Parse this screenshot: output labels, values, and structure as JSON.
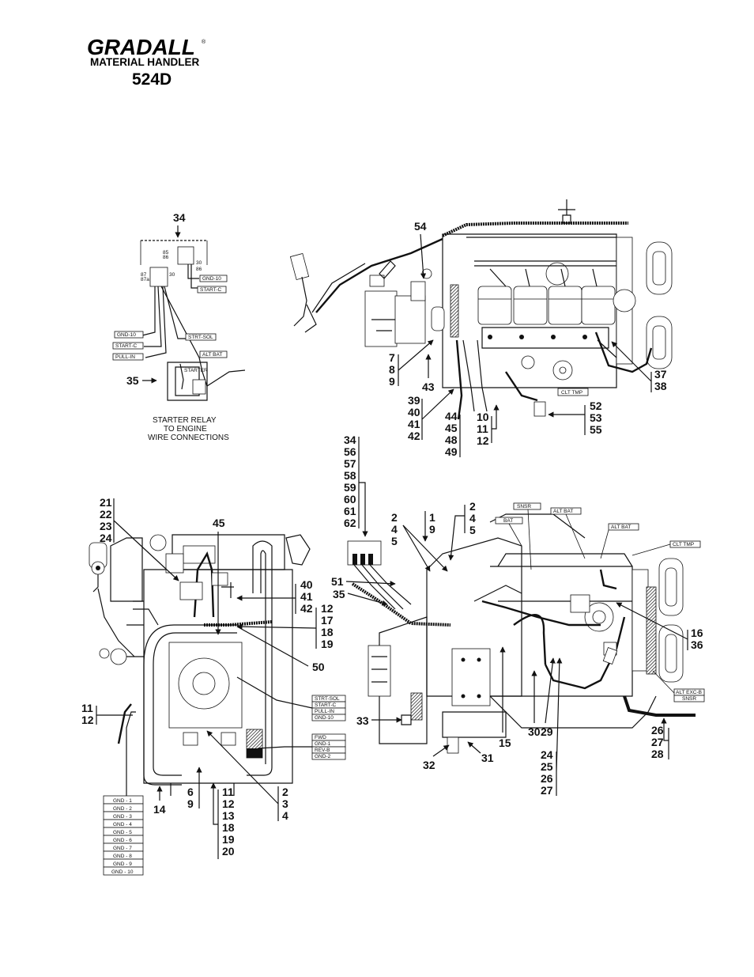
{
  "header": {
    "brand": "GRADALL",
    "registered": "®",
    "subtitle": "MATERIAL HANDLER",
    "model": "524D"
  },
  "relay_view": {
    "caption_lines": [
      "STARTER RELAY",
      "TO ENGINE",
      "WIRE CONNECTIONS"
    ],
    "tags": [
      "GND-10",
      "START-C",
      "GND-10",
      "START-C",
      "PULL-IN",
      "STRT-SOL",
      "ALT BAT",
      "STARTER"
    ],
    "pins": [
      "85",
      "86",
      "87",
      "87a",
      "30",
      "30",
      "86"
    ],
    "callouts": [
      "34",
      "35"
    ]
  },
  "top_view": {
    "tags": [
      "CLT TMP"
    ],
    "callouts": {
      "c54": "54",
      "c7": "7",
      "c8": "8",
      "c9": "9",
      "c43": "43",
      "c39": "39",
      "c40": "40",
      "c41": "41",
      "c42": "42",
      "c44": "44",
      "c45": "45",
      "c48": "48",
      "c49": "49",
      "c10": "10",
      "c11": "11",
      "c12": "12",
      "c52": "52",
      "c53": "53",
      "c55": "55",
      "c37": "37",
      "c38": "38"
    }
  },
  "left_view": {
    "terminal_block_1": [
      "STRT-SOL",
      "START-C",
      "PULL-IN",
      "GND-10"
    ],
    "terminal_block_2": [
      "FWD",
      "GND-1",
      "REV-B",
      "GND-2"
    ],
    "ground_list": [
      "GND - 1",
      "GND - 2",
      "GND - 3",
      "GND - 4",
      "GND - 5",
      "GND - 6",
      "GND - 7",
      "GND - 8",
      "GND - 9",
      "GND - 10"
    ],
    "callouts": {
      "c21": "21",
      "c22": "22",
      "c23": "23",
      "c24": "24",
      "c45": "45",
      "c40": "40",
      "c41": "41",
      "c42": "42",
      "c12a": "12",
      "c17": "17",
      "c18a": "18",
      "c19a": "19",
      "c50": "50",
      "c11a": "11",
      "c12b": "12",
      "c14": "14",
      "c6": "6",
      "c9": "9",
      "c11b": "11",
      "c12c": "12",
      "c13": "13",
      "c18b": "18",
      "c19b": "19",
      "c20": "20",
      "c2": "2",
      "c3": "3",
      "c4": "4"
    }
  },
  "right_view": {
    "tags": [
      "SNSR",
      "BAT",
      "ALT BAT",
      "ALT BAT",
      "CLT TMP",
      "ALT EXC-B",
      "SNSR"
    ],
    "callouts": {
      "c34": "34",
      "c56": "56",
      "c57": "57",
      "c58": "58",
      "c59": "59",
      "c60": "60",
      "c61": "61",
      "c62": "62",
      "c2a": "2",
      "c4a": "4",
      "c5a": "5",
      "c1": "1",
      "c9": "9",
      "c2b": "2",
      "c4b": "4",
      "c5b": "5",
      "c51": "51",
      "c35": "35",
      "c33": "33",
      "c32": "32",
      "c31": "31",
      "c15": "15",
      "c30": "30",
      "c29": "29",
      "c24": "24",
      "c25": "25",
      "c26a": "26",
      "c27a": "27",
      "c26b": "26",
      "c27b": "27",
      "c28": "28",
      "c16": "16",
      "c36": "36"
    }
  }
}
